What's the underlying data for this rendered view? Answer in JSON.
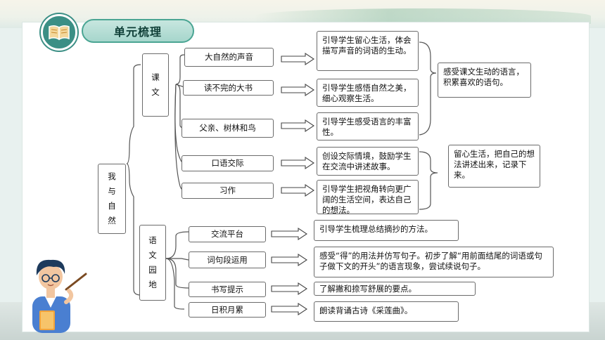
{
  "header": {
    "title": "单元梳理",
    "book_icon": "open-book-icon"
  },
  "root": {
    "chars": [
      "我",
      "与",
      "自",
      "然"
    ]
  },
  "group_kewen": {
    "chars": [
      "课",
      "文"
    ]
  },
  "group_yuanwen": {
    "chars": [
      "语",
      "文",
      "园",
      "地"
    ]
  },
  "items": {
    "i1": "大自然的声音",
    "i2": "读不完的大书",
    "i3": "父亲、树林和鸟",
    "i4": "口语交际",
    "i5": "习作",
    "i6": "交流平台",
    "i7": "词句段运用",
    "i8": "书写提示",
    "i9": "日积月累"
  },
  "goals": {
    "g1": "引导学生留心生活，体会描写声音的词语的生动。",
    "g2": "引导学生感悟自然之美，细心观察生活。",
    "g3": "引导学生感受语言的丰富性。",
    "g4": "创设交际情境，鼓励学生在交流中讲述故事。",
    "g5": "引导学生把视角转向更广阔的生活空间，表达自己的想法。",
    "g6": "引导学生梳理总结摘抄的方法。",
    "g7": "感受“得”的用法并仿写句子。初步了解“用前面结尾的词语或句子做下文的开头”的语言现象，尝试续说句子。",
    "g8": "了解撇和捺写舒展的要点。",
    "g9": "朗读背诵古诗《采莲曲》。"
  },
  "summaries": {
    "s1": "感受课文生动的语言，积累喜欢的语句。",
    "s2": "留心生活，把自己的想法讲述出来，记录下来。"
  },
  "colors": {
    "accent": "#3b8f85",
    "pill": "#a6d6cc",
    "book": "#f2a33a",
    "shirt": "#4a7fd1"
  },
  "decor": {
    "teacher": "teacher-illustration"
  }
}
